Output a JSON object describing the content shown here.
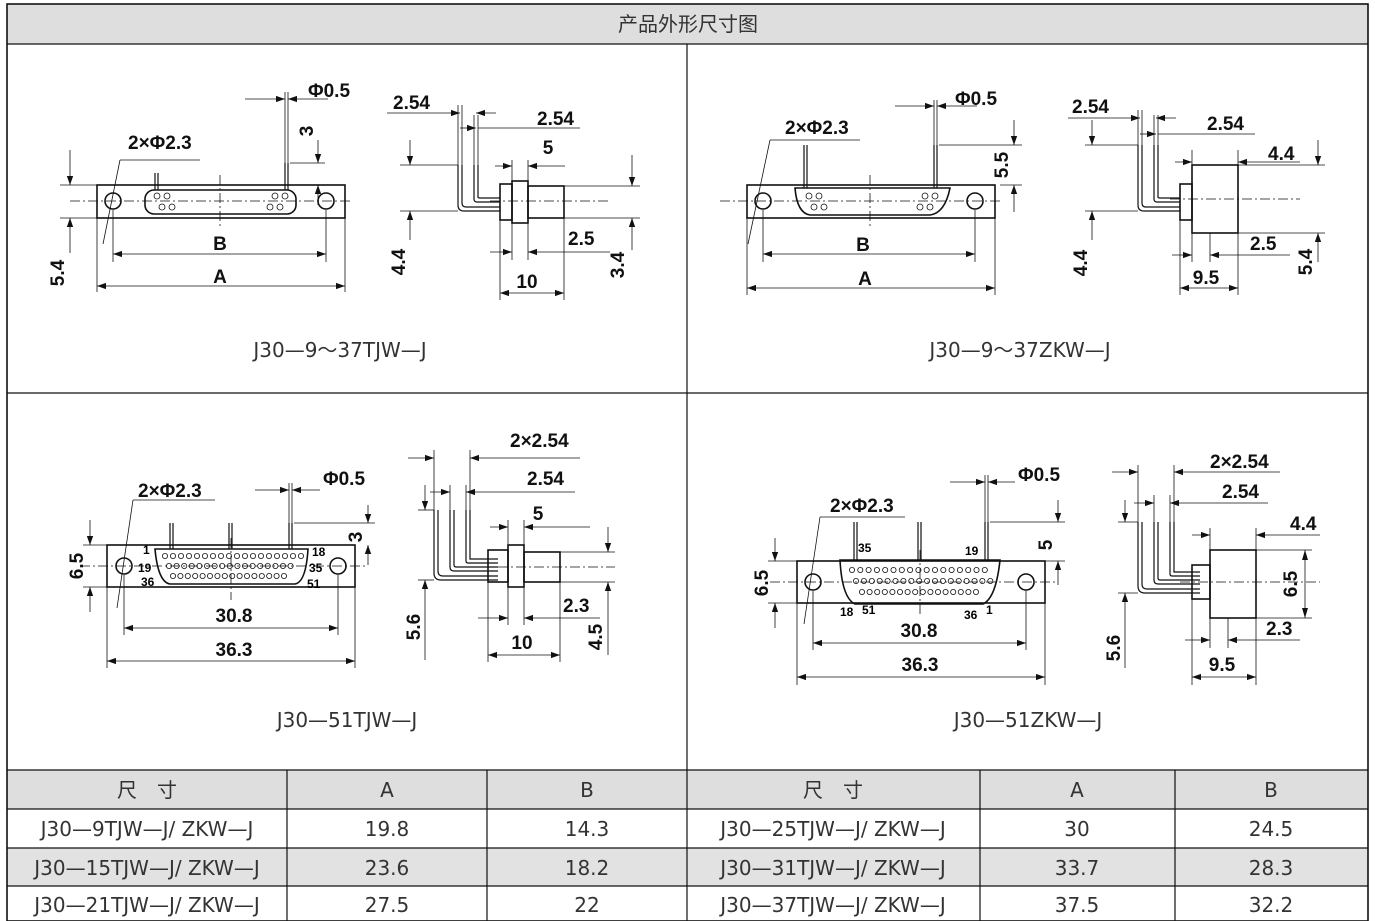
{
  "title": "产品外形尺寸图",
  "panels": [
    {
      "caption": "J30—9～37TJW—J",
      "front_labels": {
        "hole": "2×Φ2.3",
        "pin": "Φ0.5",
        "pin_len": "3",
        "b": "B",
        "a": "A",
        "height": "5.4"
      },
      "side_labels": {
        "pitch": "2.54",
        "pitch2": "2.54",
        "d5": "5",
        "d25": "2.5",
        "d44": "4.4",
        "d10": "10",
        "d34": "3.4"
      }
    },
    {
      "caption": "J30—9～37ZKW—J",
      "front_labels": {
        "hole": "2×Φ2.3",
        "pin": "Φ0.5",
        "pin_len": "5.5",
        "b": "B",
        "a": "A"
      },
      "side_labels": {
        "pitch": "2.54",
        "pitch2": "2.54",
        "d44t": "4.4",
        "d44": "4.4",
        "d25": "2.5",
        "d95": "9.5",
        "d54": "5.4"
      }
    },
    {
      "caption": "J30—51TJW—J",
      "front_labels": {
        "hole": "2×Φ2.3",
        "pin": "Φ0.5",
        "pin_len": "3",
        "height": "6.5",
        "b": "30.8",
        "a": "36.3",
        "p1": "1",
        "p18": "18",
        "p19": "19",
        "p35": "35",
        "p36": "36",
        "p51": "51"
      },
      "side_labels": {
        "pitch2x": "2×2.54",
        "pitch": "2.54",
        "d5": "5",
        "d23": "2.3",
        "d56": "5.6",
        "d10": "10",
        "d45": "4.5"
      }
    },
    {
      "caption": "J30—51ZKW—J",
      "front_labels": {
        "hole": "2×Φ2.3",
        "pin": "Φ0.5",
        "pin_len": "5",
        "height": "6.5",
        "b": "30.8",
        "a": "36.3",
        "p35": "35",
        "p19": "19",
        "p18": "18",
        "p51": "51",
        "p36": "36",
        "p1": "1"
      },
      "side_labels": {
        "pitch2x": "2×2.54",
        "pitch": "2.54",
        "d44": "4.4",
        "d65": "6.5",
        "d23": "2.3",
        "d56": "5.6",
        "d95": "9.5"
      }
    }
  ],
  "table": {
    "headers": [
      "尺　寸",
      "A",
      "B",
      "尺　寸",
      "A",
      "B"
    ],
    "rows": [
      [
        "J30—9TJW—J/ ZKW—J",
        "19.8",
        "14.3",
        "J30—25TJW—J/ ZKW—J",
        "30",
        "24.5"
      ],
      [
        "J30—15TJW—J/ ZKW—J",
        "23.6",
        "18.2",
        "J30—31TJW—J/ ZKW—J",
        "33.7",
        "28.3"
      ],
      [
        "J30—21TJW—J/ ZKW—J",
        "27.5",
        "22",
        "J30—37TJW—J/ ZKW—J",
        "37.5",
        "32.2"
      ]
    ]
  },
  "colors": {
    "header_bg": "#dedede",
    "row_shade": "#e2e2e2",
    "line": "#111111"
  }
}
